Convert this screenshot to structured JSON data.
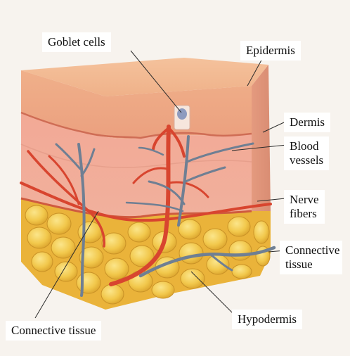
{
  "labels": {
    "goblet_cells": "Goblet cells",
    "epidermis": "Epidermis",
    "dermis": "Dermis",
    "blood_vessels": [
      "Blood",
      "vessels"
    ],
    "nerve_fibers": [
      "Nerve",
      "fibers"
    ],
    "connective_tissue_right": [
      "Connective",
      "tissue"
    ],
    "hypodermis": "Hypodermis",
    "connective_tissue_left": "Connective tissue"
  },
  "colors": {
    "background": "#f7f3ee",
    "epidermis_top": "#f2b98f",
    "epidermis_side": "#eba57d",
    "dermis_upper": "#f0a992",
    "dermis_lower": "#f2b29c",
    "hypodermis_fat": "#f1c44a",
    "fat_cell_highlight": "#f8dd76",
    "blood_vessel": "#d8452f",
    "nerve_fiber": "#6f7f93",
    "leader_line": "#2b2b2b"
  }
}
